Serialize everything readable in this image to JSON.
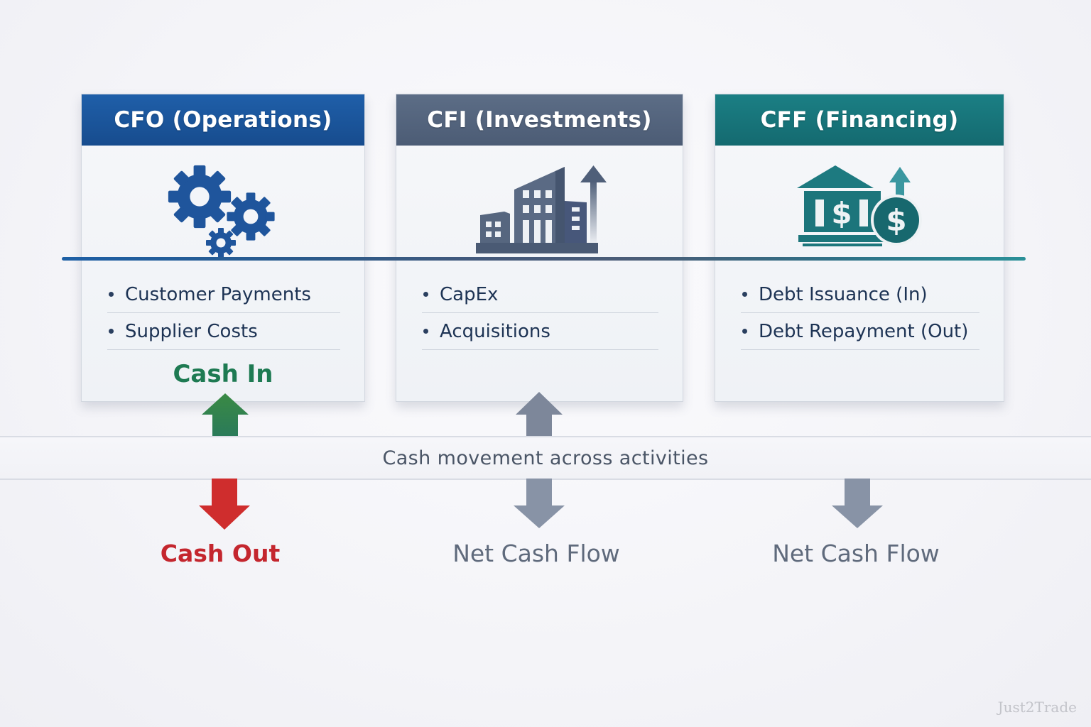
{
  "cards": [
    {
      "id": "cfo",
      "title": "CFO (Operations)",
      "icon": "gears-icon",
      "color": "#1f5fa9",
      "items": [
        "Customer Payments",
        "Supplier Costs"
      ],
      "footer": "Cash In"
    },
    {
      "id": "cfi",
      "title": "CFI (Investments)",
      "icon": "buildings-growth-icon",
      "color": "#5c6d86",
      "items": [
        "CapEx",
        "Acquisitions"
      ]
    },
    {
      "id": "cff",
      "title": "CFF (Financing)",
      "icon": "bank-dollar-icon",
      "color": "#1b7f84",
      "items": [
        "Debt Issuance (In)",
        "Debt Repayment (Out)"
      ]
    }
  ],
  "band": {
    "text": "Cash movement across activities"
  },
  "bottom_labels": {
    "cfo": "Cash Out",
    "cfi": "Net Cash Flow",
    "cff": "Net Cash Flow"
  },
  "colors": {
    "cash_in": "#1e7a52",
    "cash_out": "#c4262e",
    "neutral_arrow": "#7d879a"
  },
  "watermark": "Just2Trade"
}
